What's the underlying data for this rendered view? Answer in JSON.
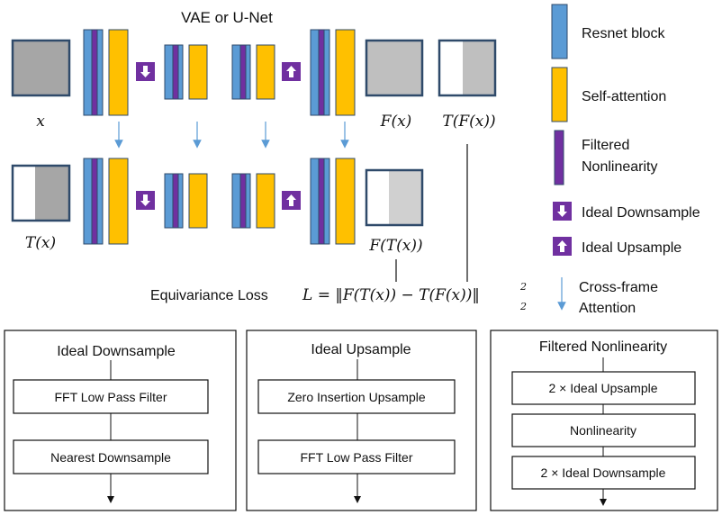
{
  "title": "VAE or U-Net",
  "labels": {
    "x": "x",
    "Fx": "F(x)",
    "TFx": "T(F(x))",
    "Tx": "T(x)",
    "FTx": "F(T(x))"
  },
  "loss": {
    "label": "Equivariance Loss",
    "formula": "L = ‖F(T(x)) − T(F(x))‖",
    "sup": "2",
    "sub": "2"
  },
  "legend": {
    "resnet": "Resnet block",
    "self_attention": "Self-attention",
    "filtered_line1": "Filtered",
    "filtered_line2": "Nonlinearity",
    "ideal_down": "Ideal Downsample",
    "ideal_up": "Ideal Upsample",
    "cross_line1": "Cross-frame",
    "cross_line2": "Attention"
  },
  "panels": [
    {
      "title": "Ideal Downsample",
      "steps": [
        "FFT Low Pass Filter",
        "Nearest Downsample"
      ]
    },
    {
      "title": "Ideal Upsample",
      "steps": [
        "Zero Insertion Upsample",
        "FFT Low Pass Filter"
      ]
    },
    {
      "title": "Filtered Nonlinearity",
      "steps": [
        "2 × Ideal Upsample",
        "Nonlinearity",
        "2 × Ideal Downsample"
      ]
    }
  ],
  "colors": {
    "resnet": "#5B9BD5",
    "self_attention": "#FFC000",
    "filtered": "#7030A0",
    "gray": "#A6A6A6",
    "light_gray": "#D0D0D0",
    "frame": "#2F4A6A",
    "arrow": "#5B9BD5"
  },
  "icons": {
    "down": "down-arrow-icon",
    "up": "up-arrow-icon"
  }
}
